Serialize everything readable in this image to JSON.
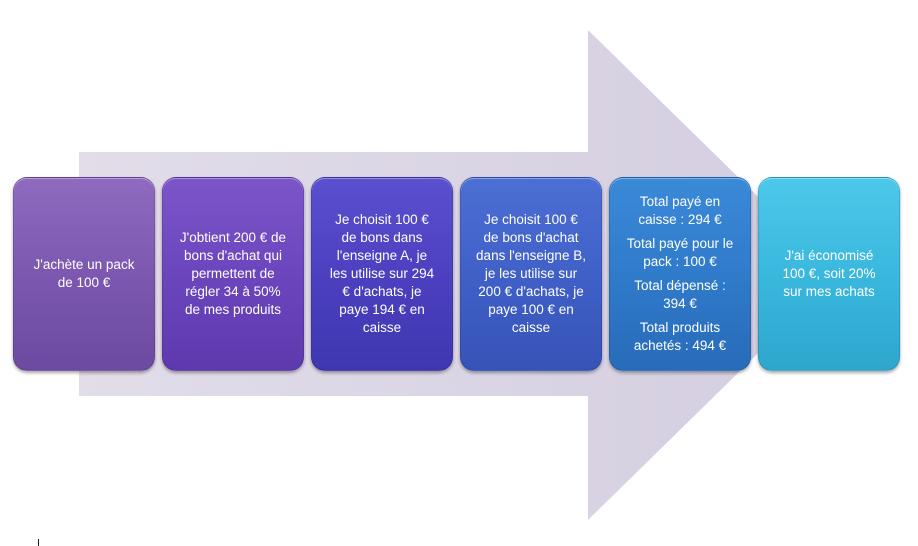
{
  "diagram": {
    "colors": {
      "arrow": "#d9d3e3",
      "step_1": "#7a56ae",
      "step_2": "#6a44bb",
      "step_3": "#4a40bf",
      "step_4": "#3f5fc6",
      "step_5": "#2f79c9",
      "step_6": "#38b6dc",
      "text": "#ffffff"
    },
    "steps": [
      {
        "lines": [
          "J'achète un pack",
          "de 100 €"
        ]
      },
      {
        "lines": [
          "J'obtient  200 € de",
          "bons d'achat qui",
          "permettent  de",
          "régler 34 à 50%",
          "de mes produits"
        ]
      },
      {
        "lines": [
          "Je choisit 100 €",
          "de bons dans",
          "l'enseigne A, je",
          "les utilise sur 294",
          "€ d'achats, je",
          "paye   194 € en",
          "caisse"
        ]
      },
      {
        "lines": [
          "Je choisit 100 €",
          "de bons d'achat",
          "dans l'enseigne B,",
          "je les utilise sur",
          "200 € d'achats, je",
          "paye 100 € en",
          "caisse"
        ]
      },
      {
        "paragraphs": [
          {
            "lines": [
              "Total payé en",
              "caisse : 294 €"
            ]
          },
          {
            "lines": [
              "Total payé pour  le",
              "pack : 100 €"
            ]
          },
          {
            "lines": [
              "Total dépensé  :",
              "394 €"
            ]
          },
          {
            "lines": [
              "Total produits",
              "achetés : 494 €"
            ]
          }
        ]
      },
      {
        "lines": [
          "J'ai économisé",
          "100 €, soit 20%",
          "sur mes achats"
        ]
      }
    ]
  }
}
